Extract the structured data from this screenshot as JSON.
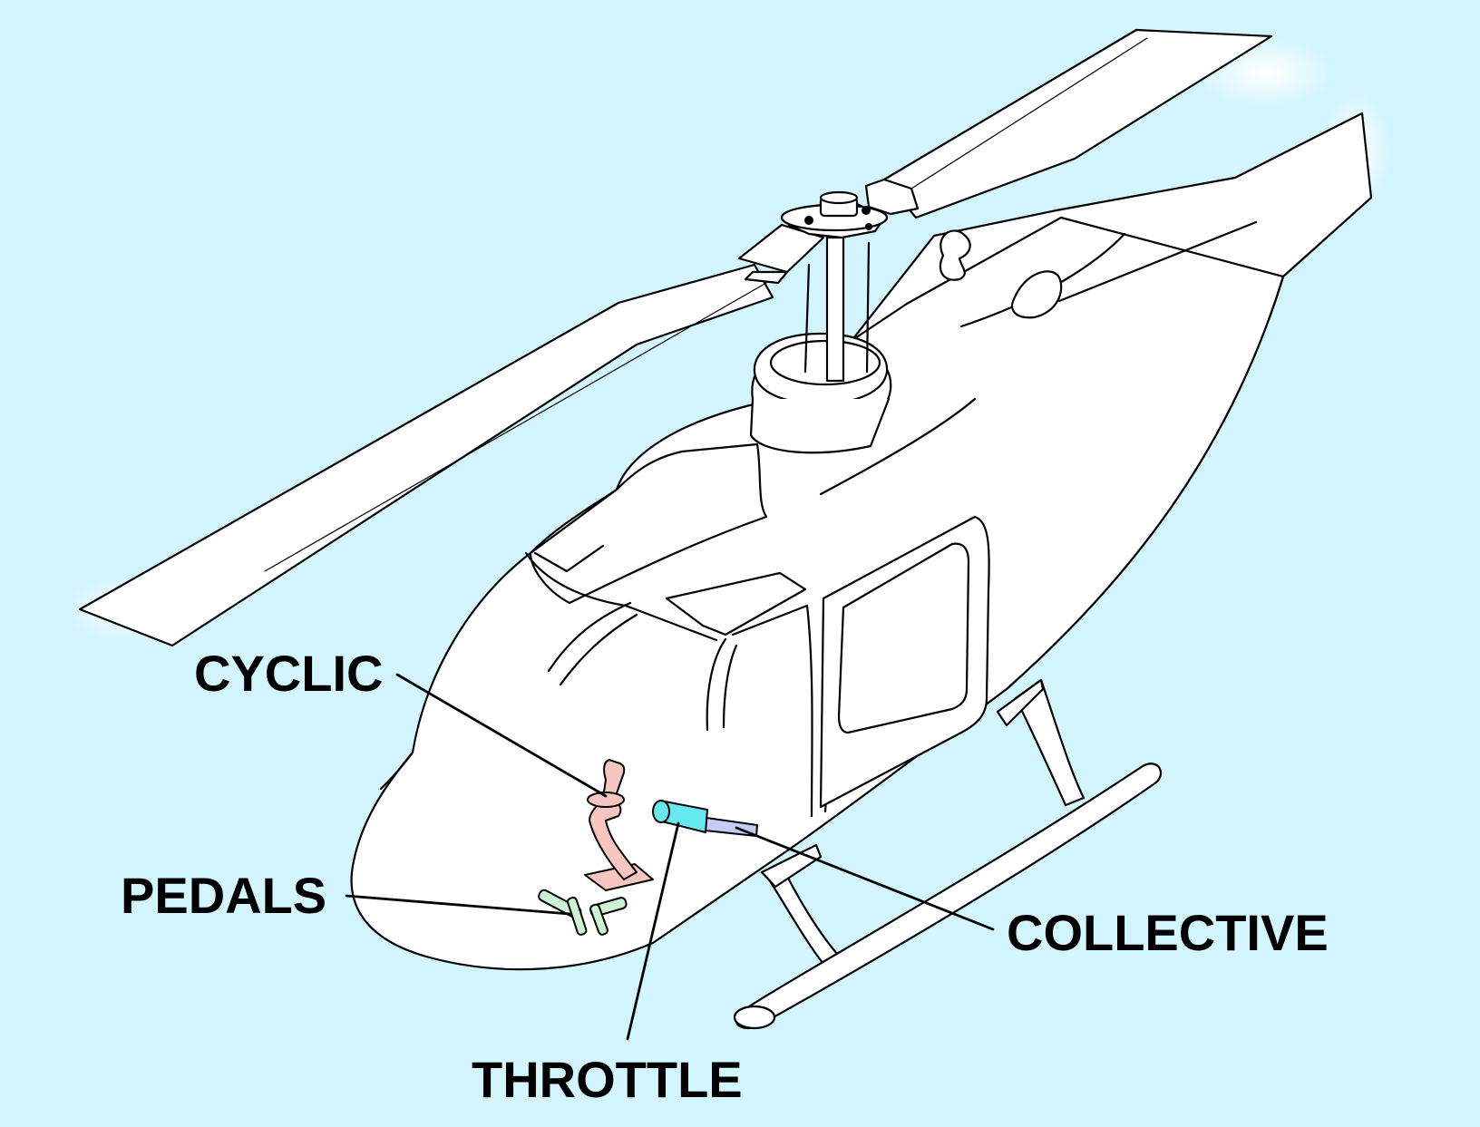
{
  "labels": {
    "cyclic": "CYCLIC",
    "pedals": "PEDALS",
    "throttle": "THROTTLE",
    "collective": "COLLECTIVE"
  },
  "colors": {
    "background": "#d3f5ff",
    "cyclic": "#f7c6c0",
    "pedals": "#cdf3d2",
    "throttle": "#66e8ef",
    "collective": "#c4ccf3"
  }
}
